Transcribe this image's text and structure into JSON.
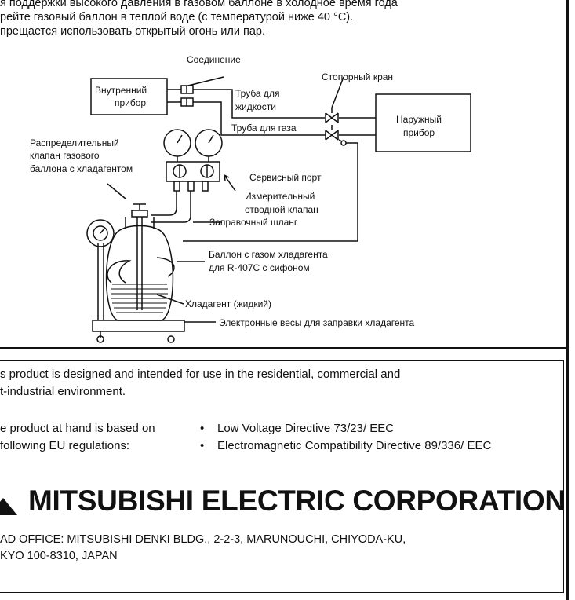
{
  "intro": {
    "line1": "я поддержки высокого давления в газовом баллоне в холодное время года",
    "line2": "рейте газовый баллон в теплой воде (с температурой ниже 40 °C).",
    "line3": "прещается использовать открытый огонь или пар."
  },
  "diagram": {
    "connection": "Соединение",
    "stop_valve": "Стопорный кран",
    "indoor_unit_1": "Внутренний",
    "indoor_unit_2": "прибор",
    "liquid_pipe_1": "Труба для",
    "liquid_pipe_2": "жидкости",
    "outdoor_unit_1": "Наружный",
    "outdoor_unit_2": "прибор",
    "gas_pipe": "Труба для газа",
    "distributor_1": "Распределительный",
    "distributor_2": "клапан газового",
    "distributor_3": "баллона с хладагентом",
    "service_port": "Сервисный порт",
    "gauge_manifold_1": "Измерительный",
    "gauge_manifold_2": "отводной клапан",
    "charge_hose": "Заправочный шланг",
    "cylinder_1": "Баллон с газом хладагента",
    "cylinder_2": "для  R-407C  с сифоном",
    "refrigerant": "Хладагент (жидкий)",
    "scale": "Электронные весы для заправки хладагента"
  },
  "notice": {
    "p1_line1": "s product is designed and intended for use in the residential, commercial and",
    "p1_line2": "t-industrial environment.",
    "p2_line1": "e product at hand is based on",
    "p2_line2": "following EU regulations:",
    "directive1": "Low Voltage Directive 73/23/ EEC",
    "directive2": "Electromagnetic Compatibility Directive 89/336/ EEC",
    "bullet": "•"
  },
  "company": {
    "name": "MITSUBISHI ELECTRIC CORPORATION",
    "address_line1": "AD OFFICE: MITSUBISHI DENKI BLDG., 2-2-3, MARUNOUCHI, CHIYODA-KU,",
    "address_line2": "KYO 100-8310, JAPAN"
  }
}
